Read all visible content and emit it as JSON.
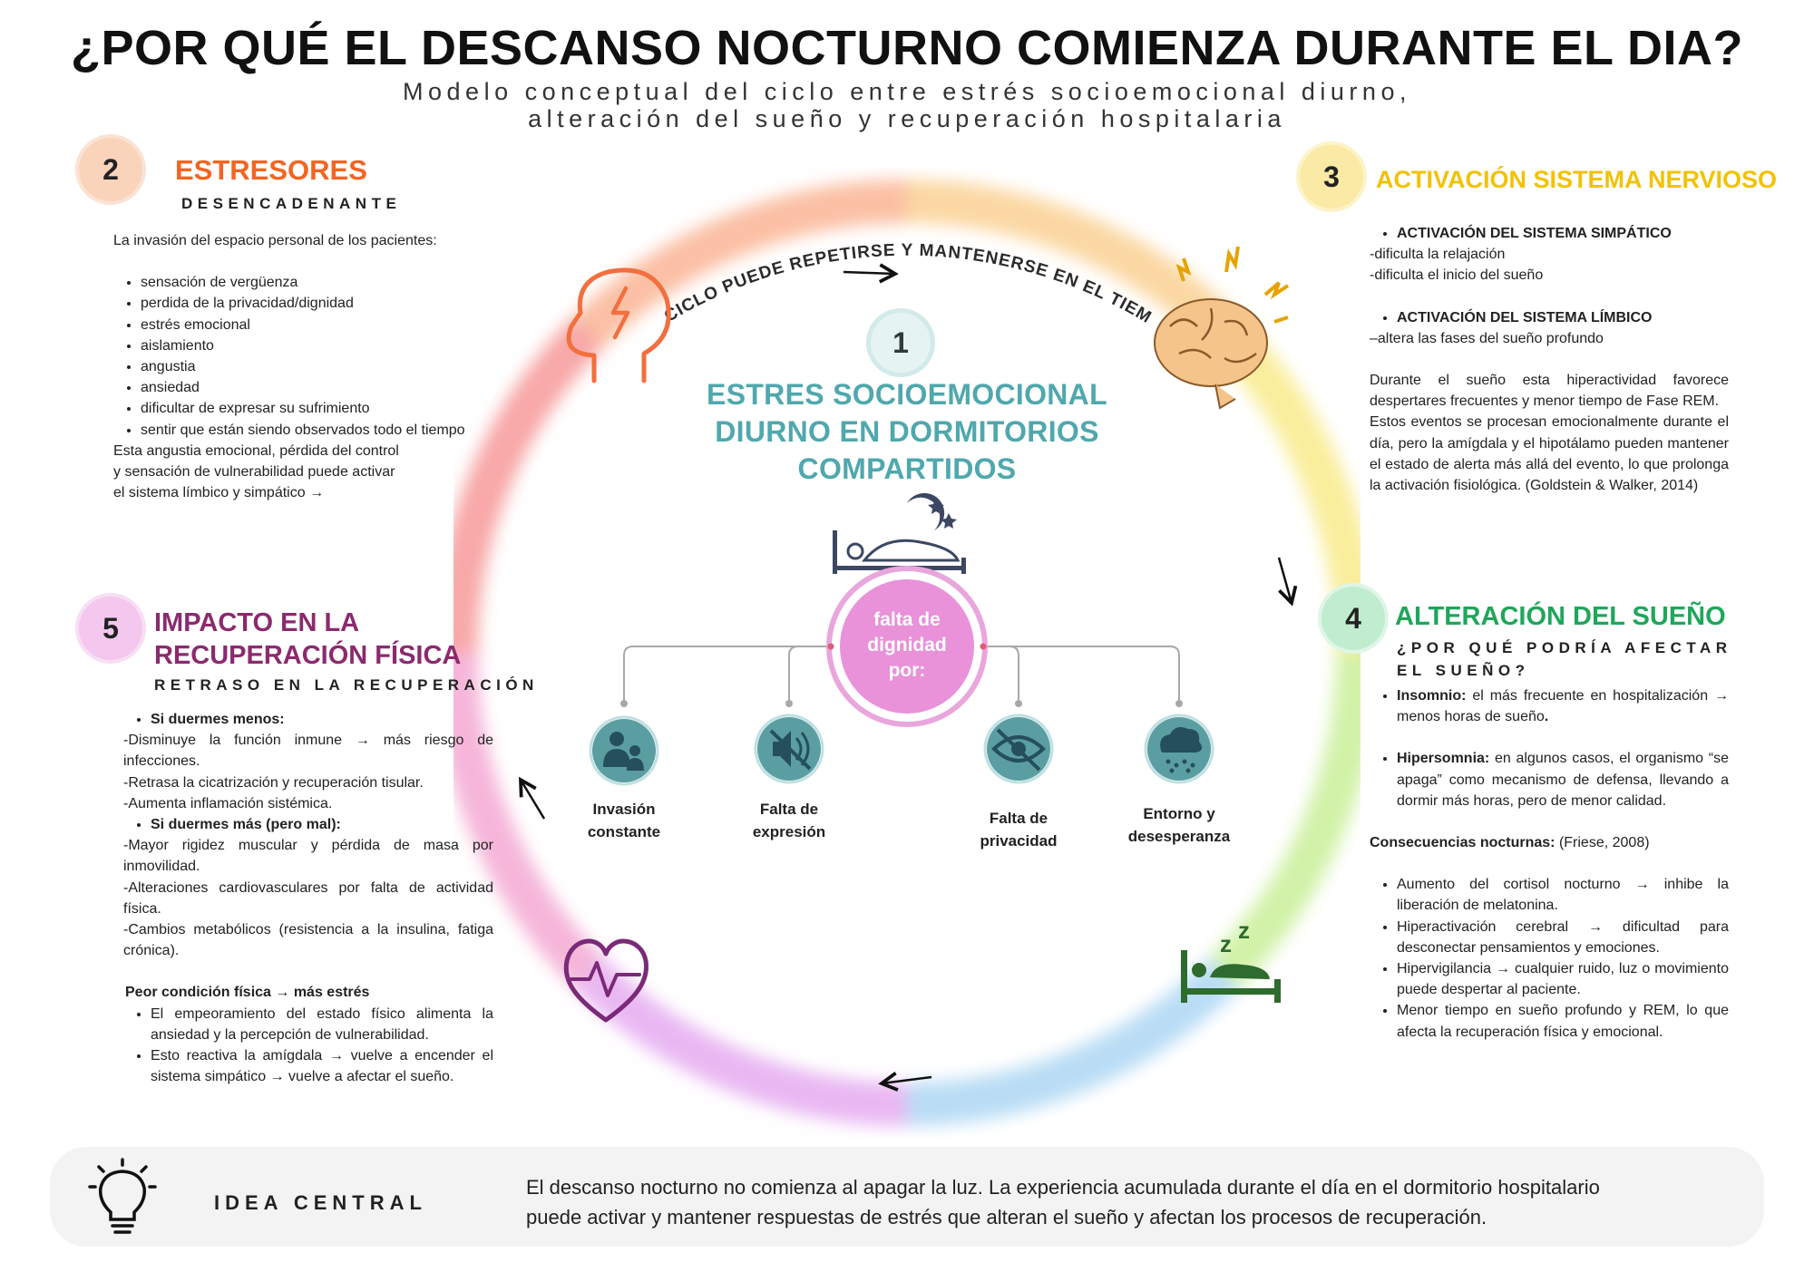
{
  "header": {
    "title": "¿POR QUÉ EL DESCANSO NOCTURNO COMIENZA DURANTE EL DIA?",
    "subtitle_line1": "Modelo conceptual del ciclo entre estrés socioemocional diurno,",
    "subtitle_line2": "alteración del sueño  y recuperación hospitalaria"
  },
  "colors": {
    "estresores": "#f26522",
    "activacion": "#f2c200",
    "alteracion": "#1fa65a",
    "impacto": "#8b2a6e",
    "center_teal": "#4fa8ad",
    "pink": "#e88ad8"
  },
  "cycle": {
    "arc_text": "EL CICLO PUEDE REPETIRSE Y MANTENERSE EN EL TIEMPO"
  },
  "center": {
    "number": "1",
    "title_line1": "ESTRES SOCIOEMOCIONAL",
    "title_line2": "DIURNO EN DORMITORIOS",
    "title_line3": "COMPARTIDOS",
    "hub_line1": "falta de",
    "hub_line2": "dignidad",
    "hub_line3": "por:",
    "items": [
      {
        "icon": "people-icon",
        "line1": "Invasión",
        "line2": "constante"
      },
      {
        "icon": "mute-icon",
        "line1": "Falta de",
        "line2": "expresión"
      },
      {
        "icon": "eye-slash-icon",
        "line1": "Falta de",
        "line2": "privacidad"
      },
      {
        "icon": "rain-cloud-icon",
        "line1": "Entorno y",
        "line2": "desesperanza"
      }
    ]
  },
  "estresores": {
    "number": "2",
    "title": "ESTRESORES",
    "subtitle": "DESENCADENANTE",
    "intro": "La invasión del espacio personal de los pacientes:",
    "bullets": [
      "sensación de vergüenza",
      "perdida de la privacidad/dignidad",
      "estrés emocional",
      "aislamiento",
      "angustia",
      "ansiedad",
      "dificultar de expresar su sufrimiento",
      "sentir que están siendo observados todo el tiempo"
    ],
    "closing_line1": "Esta angustia emocional, pérdida del control",
    "closing_line2": "y sensación de vulnerabilidad  puede activar",
    "closing_line3": "el sistema límbico y simpático →"
  },
  "activacion": {
    "number": "3",
    "title": "ACTIVACIÓN SISTEMA NERVIOSO",
    "simpatico_head": "ACTIVACIÓN DEL SISTEMA SIMPÁTICO",
    "simpatico_1": " -dificulta la relajación",
    "simpatico_2": "-dificulta el inicio del sueño",
    "limbico_head": "ACTIVACIÓN DEL SISTEMA LÍMBICO",
    "limbico_1": "–altera las fases del sueño profundo",
    "para1": "Durante el sueño esta hiperactividad favorece despertares frecuentes y menor tiempo de Fase REM.",
    "para2": "Estos eventos se procesan emocionalmente durante el día, pero la amígdala y el hipotálamo pueden mantener el estado de alerta más allá del evento, lo que prolonga la activación fisiológica. (Goldstein & Walker, 2014)"
  },
  "alteracion": {
    "number": "4",
    "title": "ALTERACIÓN DEL SUEÑO",
    "subtitle_line1": "¿POR QUÉ PODRÍA AFECTAR",
    "subtitle_line2": "EL SUEÑO?",
    "insomnio_label": "Insomnio:",
    "insomnio_text": " el más frecuente en hospitalización → menos horas de sueño",
    "insomnio_end": ".",
    "hipersomnia_label": "Hipersomnia:",
    "hipersomnia_text": " en algunos casos, el organismo “se apaga” como mecanismo de defensa, llevando a dormir más horas, pero de menor calidad.",
    "consecuencias_label": "Consecuencias nocturnas:",
    "consecuencias_ref": " (Friese, 2008)",
    "bullets": [
      "Aumento del cortisol nocturno → inhibe la liberación de melatonina.",
      "Hiperactivación cerebral → dificultad para desconectar pensamientos y emociones.",
      "Hipervigilancia → cualquier ruido, luz o movimiento puede despertar al paciente.",
      "Menor tiempo en sueño profundo y REM, lo que afecta la recuperación física y emocional."
    ]
  },
  "impacto": {
    "number": "5",
    "title_line1": "IMPACTO EN LA",
    "title_line2": "RECUPERACIÓN FÍSICA",
    "subtitle": "RETRASO EN LA RECUPERACIÓN",
    "menos_head": "Si duermes menos:",
    "menos_lines": [
      "-Disminuye la función inmune → más riesgo de infecciones.",
      "-Retrasa la cicatrización y recuperación tisular.",
      "-Aumenta inflamación sistémica."
    ],
    "mas_head": "Si duermes más (pero mal):",
    "mas_lines": [
      "-Mayor rigidez muscular y pérdida de masa por inmovilidad.",
      "-Alteraciones cardiovasculares por falta de actividad física.",
      "-Cambios metabólicos (resistencia a la insulina, fatiga crónica)."
    ],
    "peor_head": "Peor condición física → más estrés",
    "peor_bullets": [
      "El empeoramiento del estado físico alimenta la ansiedad y la percepción de vulnerabilidad.",
      "Esto reactiva la amígdala → vuelve a encender el sistema simpático → vuelve a afectar el sueño."
    ]
  },
  "idea": {
    "label": "IDEA CENTRAL",
    "line1": "El descanso nocturno no comienza al apagar la luz. La experiencia acumulada durante el día en el dormitorio hospitalario",
    "line2": "puede activar y mantener respuestas de estrés que alteran el sueño y afectan los procesos de recuperación."
  }
}
